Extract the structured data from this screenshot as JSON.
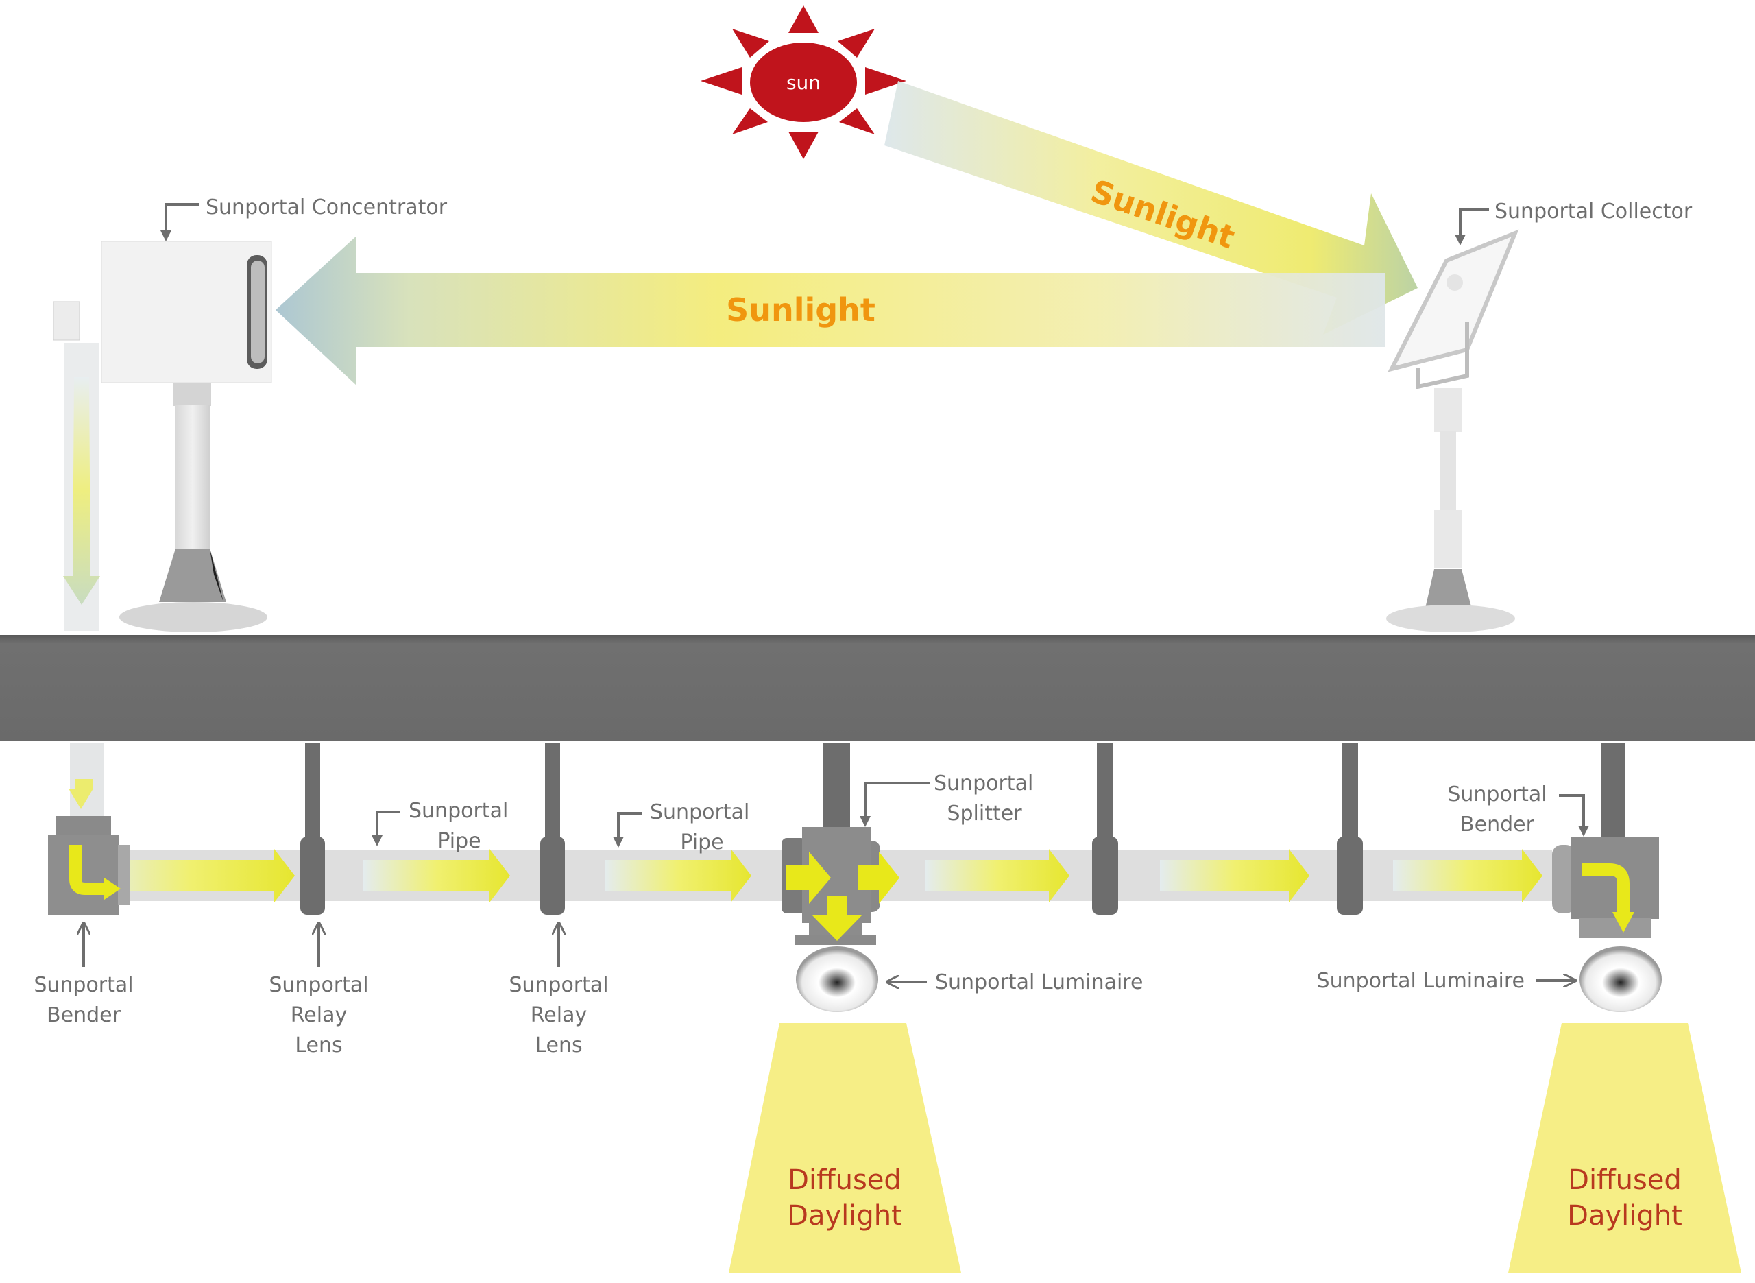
{
  "sun": {
    "label": "sun",
    "color": "#c0141c"
  },
  "beams": {
    "incoming_label": "Sunlight",
    "reflected_label": "Sunlight",
    "text_color": "#f0960f"
  },
  "components": {
    "concentrator": "Sunportal Concentrator",
    "collector": "Sunportal Collector",
    "bender_left": [
      "Sunportal",
      "Bender"
    ],
    "relay_lens_1": [
      "Sunportal",
      "Relay",
      "Lens"
    ],
    "relay_lens_2": [
      "Sunportal",
      "Relay",
      "Lens"
    ],
    "pipe_1": [
      "Sunportal",
      "Pipe"
    ],
    "pipe_2": [
      "Sunportal",
      "Pipe"
    ],
    "splitter": [
      "Sunportal",
      "Splitter"
    ],
    "bender_right": [
      "Sunportal",
      "Bender"
    ],
    "luminaire_1": "Sunportal Luminaire",
    "luminaire_2": "Sunportal Luminaire"
  },
  "outputs": {
    "daylight_1": [
      "Diffused",
      "Daylight"
    ],
    "daylight_2": [
      "Diffused",
      "Daylight"
    ]
  },
  "colors": {
    "light_yellow": "#f5ee6e",
    "arrow_yellow": "#e8e81a",
    "ceiling": "#6b6b6b",
    "fixture_gray": "#8a8a8a",
    "label_gray": "#6e6e6e"
  }
}
